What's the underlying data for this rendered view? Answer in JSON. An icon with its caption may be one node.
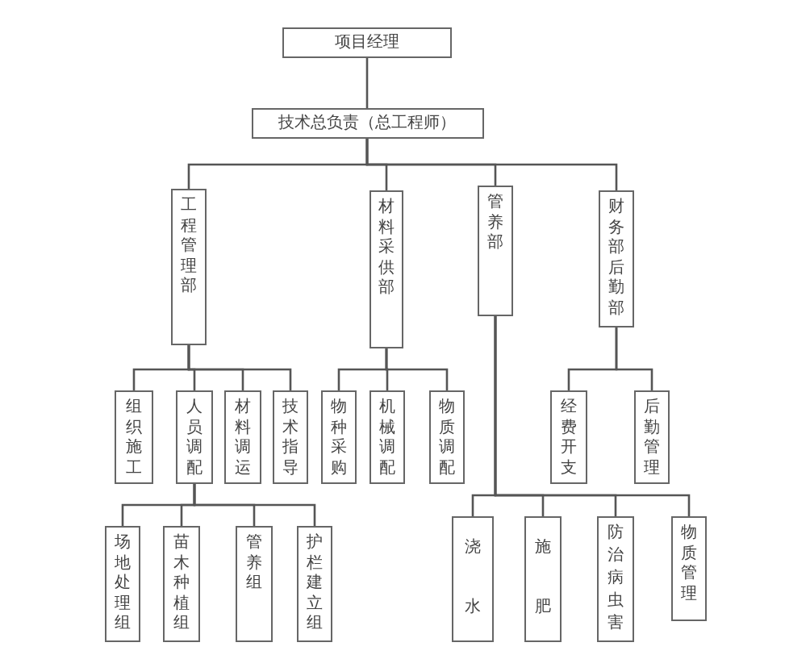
{
  "diagram": {
    "nodes": [
      {
        "text": [
          "项目经理"
        ]
      },
      {
        "text": [
          "技术总负责（总工程师）"
        ]
      },
      {
        "text": [
          "工程管理部"
        ]
      },
      {
        "text": [
          "材料采供部"
        ]
      },
      {
        "text": [
          "管养部"
        ]
      },
      {
        "text": [
          "财务部后勤部"
        ]
      },
      {
        "text": [
          "组织施工"
        ]
      },
      {
        "text": [
          "人员调配"
        ]
      },
      {
        "text": [
          "材料调运"
        ]
      },
      {
        "text": [
          "技术指导"
        ]
      },
      {
        "text": [
          "物种采购"
        ]
      },
      {
        "text": [
          "机械调配"
        ]
      },
      {
        "text": [
          "物质调配"
        ]
      },
      {
        "text": [
          "经费开支"
        ]
      },
      {
        "text": [
          "后勤管理"
        ]
      },
      {
        "text": [
          "场地处理组"
        ]
      },
      {
        "text": [
          "苗木种植组"
        ]
      },
      {
        "text": [
          "管养组"
        ]
      },
      {
        "text": [
          "护栏建立组"
        ]
      },
      {
        "text": [
          "浇水"
        ]
      },
      {
        "text": [
          "施肥"
        ]
      },
      {
        "text": [
          "防治病虫害"
        ]
      },
      {
        "text": [
          "物质管理"
        ]
      }
    ],
    "edges": [
      {
        "from": 0,
        "to": 1,
        "arrow": "none"
      },
      {
        "from": 1,
        "to": 2,
        "arrow": "none"
      },
      {
        "from": 1,
        "to": 3,
        "arrow": "none"
      },
      {
        "from": 1,
        "to": 4,
        "arrow": "none"
      },
      {
        "from": 1,
        "to": 5,
        "arrow": "none"
      },
      {
        "from": 2,
        "to": 6,
        "arrow": "none"
      },
      {
        "from": 2,
        "to": 7,
        "arrow": "none"
      },
      {
        "from": 2,
        "to": 8,
        "arrow": "none"
      },
      {
        "from": 2,
        "to": 9,
        "arrow": "none"
      },
      {
        "from": 3,
        "to": 10,
        "arrow": "none"
      },
      {
        "from": 3,
        "to": 11,
        "arrow": "none"
      },
      {
        "from": 3,
        "to": 12,
        "arrow": "none"
      },
      {
        "from": 5,
        "to": 13,
        "arrow": "none"
      },
      {
        "from": 5,
        "to": 14,
        "arrow": "none"
      },
      {
        "from": 7,
        "to": 15,
        "arrow": "none"
      },
      {
        "from": 7,
        "to": 16,
        "arrow": "none"
      },
      {
        "from": 7,
        "to": 17,
        "arrow": "none"
      },
      {
        "from": 7,
        "to": 18,
        "arrow": "none"
      },
      {
        "from": 4,
        "to": 19,
        "arrow": "none"
      },
      {
        "from": 4,
        "to": 20,
        "arrow": "none"
      },
      {
        "from": 4,
        "to": 21,
        "arrow": "none"
      },
      {
        "from": 4,
        "to": 22,
        "arrow": "none"
      }
    ]
  }
}
